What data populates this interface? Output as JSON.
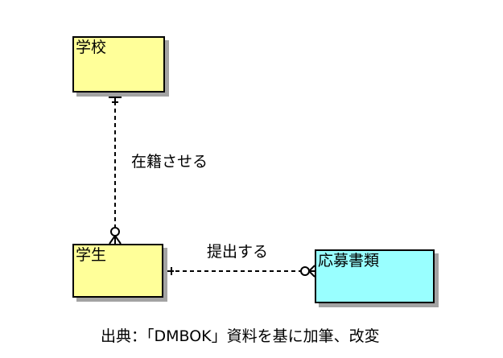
{
  "diagram": {
    "type": "entity-relationship-diagram",
    "caption": "出典：「DMBOK」資料を基に加筆、改変",
    "entities": [
      {
        "id": "school",
        "label": "学校",
        "fill": "#ffff99"
      },
      {
        "id": "student",
        "label": "学生",
        "fill": "#ffff99"
      },
      {
        "id": "application-documents",
        "label": "応募書類",
        "fill": "#99ffff"
      }
    ],
    "relationships": [
      {
        "id": "enroll",
        "label": "在籍させる",
        "from": "学校",
        "to": "学生",
        "from_symbol": "one-and-only-one",
        "to_symbol": "zero-or-many",
        "line_style": "dashed"
      },
      {
        "id": "submit",
        "label": "提出する",
        "from": "学生",
        "to": "応募書類",
        "from_symbol": "one-and-only-one",
        "to_symbol": "zero-or-many",
        "line_style": "dashed"
      }
    ],
    "colors": {
      "background": "#ffffff",
      "entity_border": "#000000",
      "entity_shadow": "#a3a3a3",
      "line": "#000000",
      "entity_fill_yellow": "#ffff99",
      "entity_fill_cyan": "#99ffff"
    }
  }
}
